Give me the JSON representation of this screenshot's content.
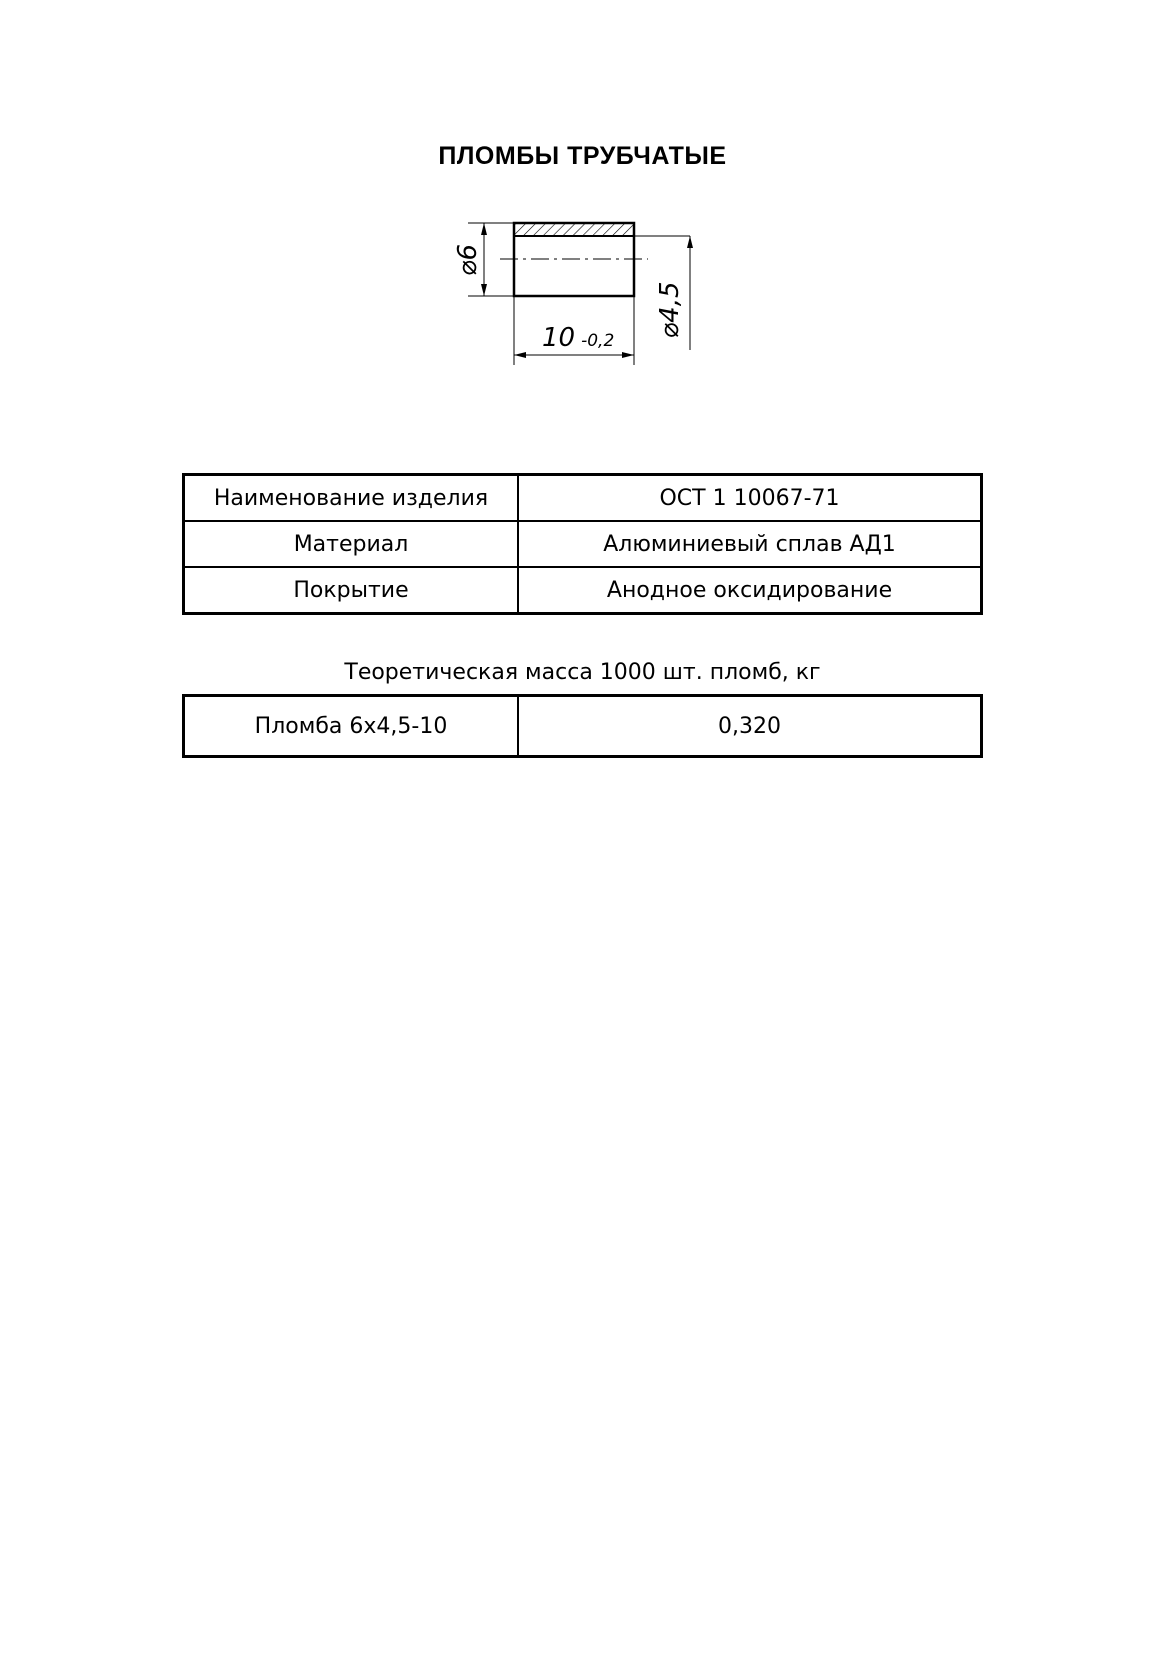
{
  "title": "ПЛОМБЫ ТРУБЧАТЫЕ",
  "drawing": {
    "outer_diameter": "6",
    "inner_diameter": "4,5",
    "length": "10",
    "length_tolerance": "-0,2"
  },
  "properties": [
    {
      "label": "Наименование изделия",
      "value": "ОСТ 1 10067-71"
    },
    {
      "label": "Материал",
      "value": "Алюминиевый сплав АД1"
    },
    {
      "label": "Покрытие",
      "value": "Анодное оксидирование"
    }
  ],
  "mass_caption": "Теоретическая масса 1000 шт. пломб, кг",
  "mass_rows": [
    {
      "name": "Пломба 6х4,5-10",
      "mass": "0,320"
    }
  ]
}
